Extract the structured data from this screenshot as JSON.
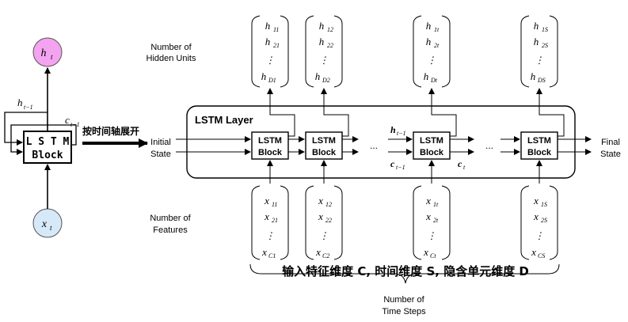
{
  "left_diagram": {
    "output_label": "h",
    "output_sub": "t",
    "input_label": "x",
    "input_sub": "t",
    "h_loop_label": "h",
    "h_loop_sub": "t−1",
    "c_loop_label": "c",
    "c_loop_sub": "t−1",
    "block_line1": "L S T M",
    "block_line2": "Block",
    "unfold_label": "按时间轴展开",
    "colors": {
      "output_fill": "#f4a3f0",
      "input_fill": "#d6e9f8"
    }
  },
  "right_diagram": {
    "layer_title": "LSTM Layer",
    "initial_state": [
      "Initial",
      "State"
    ],
    "final_state": [
      "Final",
      "State"
    ],
    "hidden_units_label": [
      "Number of",
      "Hidden Units"
    ],
    "features_label": [
      "Number of",
      "Features"
    ],
    "time_steps_label": [
      "Number of",
      "Time Steps"
    ],
    "block_line1": "LSTM",
    "block_line2": "Block",
    "ellipsis": "...",
    "mid_h_label": "h",
    "mid_h_sub": "t−1",
    "mid_c_label": "c",
    "mid_c_sub": "t−1",
    "mid_c_out_label": "c",
    "mid_c_out_sub": "t",
    "annotation": "输入特征维度 C, 时间维度 S, 隐含单元维度 D",
    "hidden_vectors": [
      {
        "r1": "h",
        "r1s": "11",
        "r2": "h",
        "r2s": "21",
        "dots": "⋮",
        "r3": "h",
        "r3s": "D1"
      },
      {
        "r1": "h",
        "r1s": "12",
        "r2": "h",
        "r2s": "22",
        "dots": "⋮",
        "r3": "h",
        "r3s": "D2"
      },
      {
        "r1": "h",
        "r1s": "1t",
        "r2": "h",
        "r2s": "2t",
        "dots": "⋮",
        "r3": "h",
        "r3s": "Dt"
      },
      {
        "r1": "h",
        "r1s": "1S",
        "r2": "h",
        "r2s": "2S",
        "dots": "⋮",
        "r3": "h",
        "r3s": "DS"
      }
    ],
    "input_vectors": [
      {
        "r1": "x",
        "r1s": "11",
        "r2": "x",
        "r2s": "21",
        "dots": "⋮",
        "r3": "x",
        "r3s": "C1"
      },
      {
        "r1": "x",
        "r1s": "12",
        "r2": "x",
        "r2s": "22",
        "dots": "⋮",
        "r3": "x",
        "r3s": "C2"
      },
      {
        "r1": "x",
        "r1s": "1t",
        "r2": "x",
        "r2s": "2t",
        "dots": "⋮",
        "r3": "x",
        "r3s": "Ct"
      },
      {
        "r1": "x",
        "r1s": "1S",
        "r2": "x",
        "r2s": "2S",
        "dots": "⋮",
        "r3": "x",
        "r3s": "CS"
      }
    ]
  }
}
